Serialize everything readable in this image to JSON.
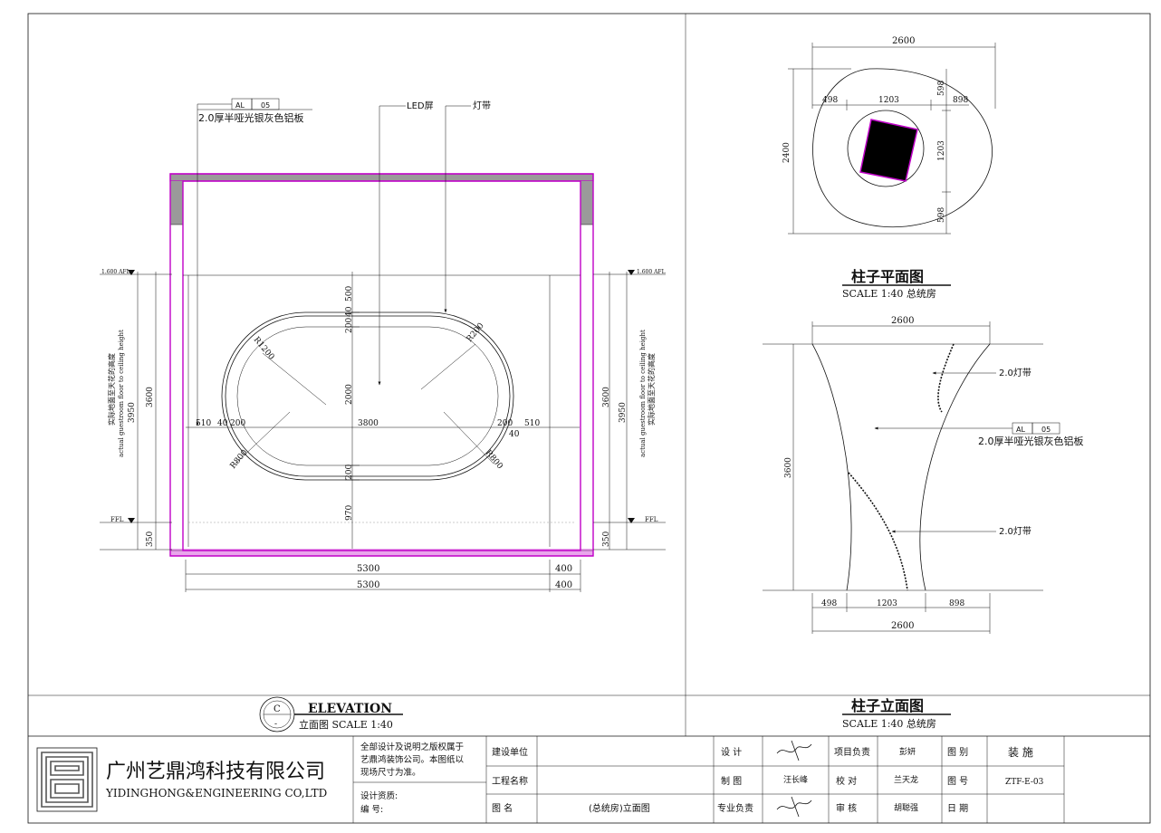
{
  "elevation": {
    "marker_letter": "C",
    "marker_sub": "-",
    "title": "ELEVATION",
    "subtitle": "立面图  SCALE 1:40",
    "label_al": "AL",
    "label_05": "05",
    "label_panel": "2.0厚半哑光银灰色铝板",
    "label_led": "LED屏",
    "label_strip": "灯带",
    "level_top": "1.600 AFL",
    "level_ffl": "FFL",
    "height_cn": "实际地面至天花的高度",
    "height_en": "actual guestroom floor to ceiling height",
    "dims": {
      "d500": "500",
      "d200a": "200",
      "d40a": "40",
      "d2000": "2000",
      "d200b": "200",
      "d970": "970",
      "d510": "510",
      "d40b": "40",
      "d200c": "200",
      "d3800": "3800",
      "d200d": "200",
      "d40c": "40",
      "d510b": "510",
      "d3600": "3600",
      "d3950": "3950",
      "d350": "350",
      "d5300": "5300",
      "d400": "400",
      "r1200": "R1200",
      "r200": "R200",
      "r800": "R800",
      "r800b": "R800"
    }
  },
  "plan": {
    "title": "柱子平面图",
    "subtitle": "SCALE 1:40  总统房",
    "dims": {
      "d2600": "2600",
      "d498": "498",
      "d1203": "1203",
      "d898": "898",
      "d598": "598",
      "d2400": "2400"
    }
  },
  "column_elev": {
    "title": "柱子立面图",
    "subtitle": "SCALE 1:40  总统房",
    "label_strip": "2.0灯带",
    "label_al": "AL",
    "label_05": "05",
    "label_panel": "2.0厚半哑光银灰色铝板",
    "dims": {
      "d2600": "2600",
      "d3600": "3600",
      "d498": "498",
      "d1203": "1203",
      "d898": "898"
    }
  },
  "title_block": {
    "company_cn": "广州艺鼎鸿科技有限公司",
    "company_en": "YIDINGHONG&ENGINEERING CO,LTD",
    "notice_1": "全部设计及说明之版权属于",
    "notice_2": "艺鼎鸿装饰公司。本图纸以",
    "notice_3": "现场尺寸为准。",
    "qualification": "设计资质:",
    "serial": "编    号:",
    "construction_unit": "建设单位",
    "project_name": "工程名称",
    "drawing_name_label": "图    名",
    "drawing_name": "(总统房)立面图",
    "design": "设    计",
    "drafting": "制    图",
    "specialty": "专业负责",
    "drafter_name": "汪长峰",
    "project_lead": "项目负责",
    "check": "校    对",
    "review": "审    核",
    "lead_name": "彭妍",
    "check_name": "兰天龙",
    "review_name": "胡聪强",
    "category_label": "图    别",
    "number_label": "图    号",
    "date_label": "日    期",
    "category": "装  施",
    "number": "ZTF-E-03",
    "date": ""
  }
}
